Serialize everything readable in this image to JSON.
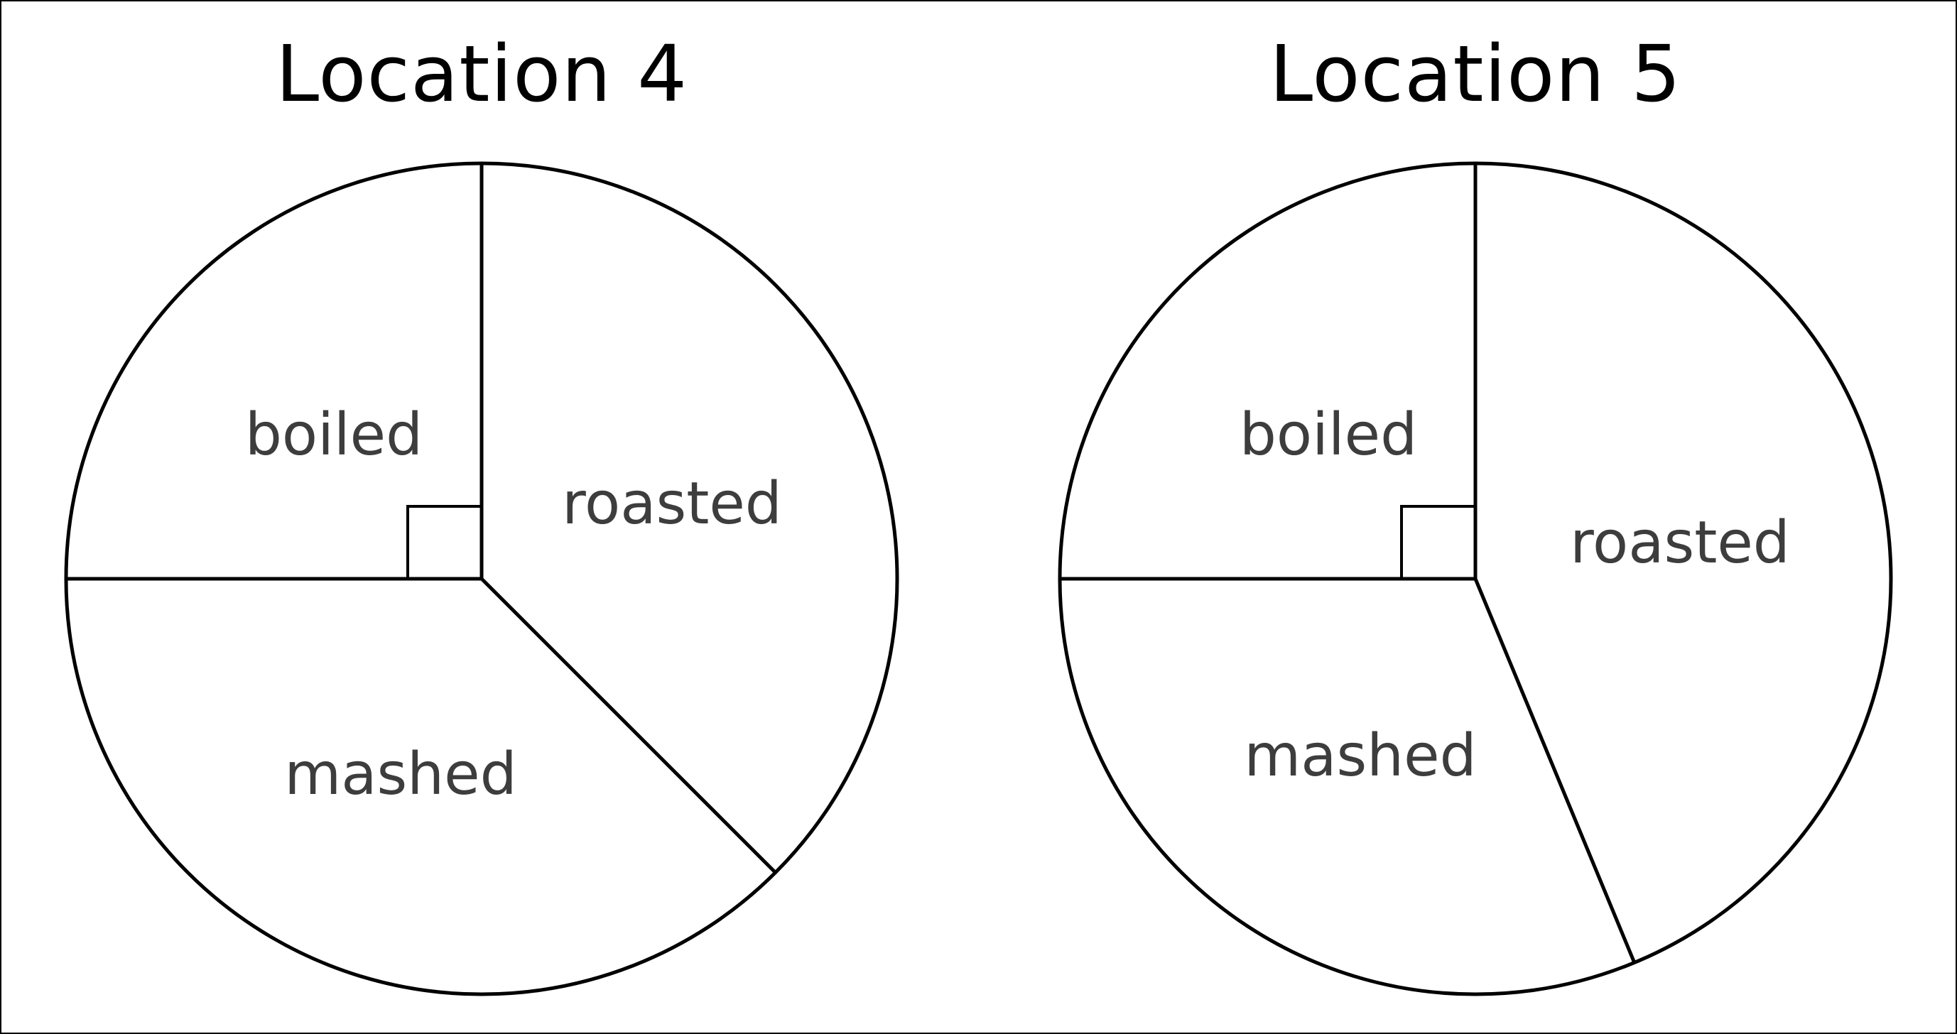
{
  "chart_data": [
    {
      "type": "pie",
      "title": "Location 4",
      "categories": [
        "roasted",
        "mashed",
        "boiled"
      ],
      "values": [
        37.5,
        37.5,
        25
      ],
      "annotations": [
        "right-angle marker on boiled slice (90°)"
      ],
      "legend": "none (labels inside slices)"
    },
    {
      "type": "pie",
      "title": "Location 5",
      "categories": [
        "roasted",
        "mashed",
        "boiled"
      ],
      "values": [
        43.75,
        31.25,
        25
      ],
      "annotations": [
        "right-angle marker on boiled slice (90°)"
      ],
      "legend": "none (labels inside slices)"
    }
  ],
  "charts": [
    {
      "title": "Location 4",
      "labels": {
        "boiled": "boiled",
        "roasted": "roasted",
        "mashed": "mashed"
      }
    },
    {
      "title": "Location 5",
      "labels": {
        "boiled": "boiled",
        "roasted": "roasted",
        "mashed": "mashed"
      }
    }
  ]
}
